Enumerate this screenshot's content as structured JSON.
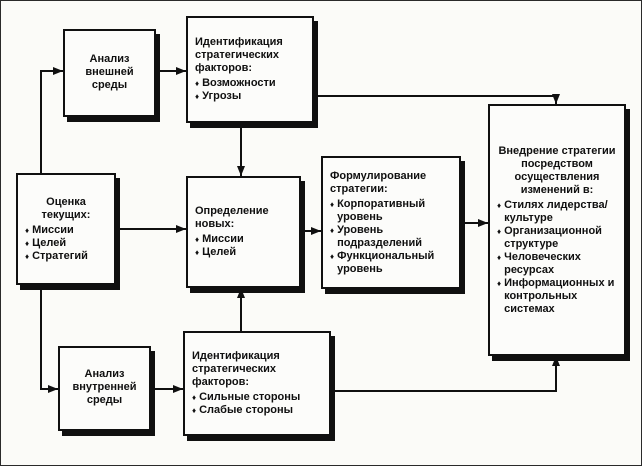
{
  "bullet": "♦",
  "boxes": {
    "assess_current": {
      "title": "Оценка текущих:",
      "items": [
        "Миссии",
        "Целей",
        "Стратегий"
      ]
    },
    "external_analysis": {
      "title": "Анализ внешней среды"
    },
    "external_factors": {
      "title": "Идентификация стратегических факторов:",
      "items": [
        "Возможности",
        "Угрозы"
      ]
    },
    "define_new": {
      "title": "Определение новых:",
      "items": [
        "Миссии",
        "Целей"
      ]
    },
    "formulate_strategy": {
      "title": "Формулирование стратегии:",
      "items": [
        "Корпоративный уровень",
        "Уровень подразделений",
        "Функциональный уровень"
      ]
    },
    "implement_strategy": {
      "title": "Внедрение стратегии посредством осуществления изменений в:",
      "items": [
        "Стилях лидерства/ культуре",
        "Организационной структуре",
        "Человеческих ресурсах",
        "Информационных и контрольных системах"
      ]
    },
    "internal_analysis": {
      "title": "Анализ внутренней среды"
    },
    "internal_factors": {
      "title": "Идентификация стратегических факторов:",
      "items": [
        "Сильные стороны",
        "Слабые стороны"
      ]
    }
  },
  "colors": {
    "box_border": "#101010",
    "box_shadow": "#101010",
    "arrow": "#101010",
    "background": "#fbfbf8",
    "text": "#101010"
  }
}
